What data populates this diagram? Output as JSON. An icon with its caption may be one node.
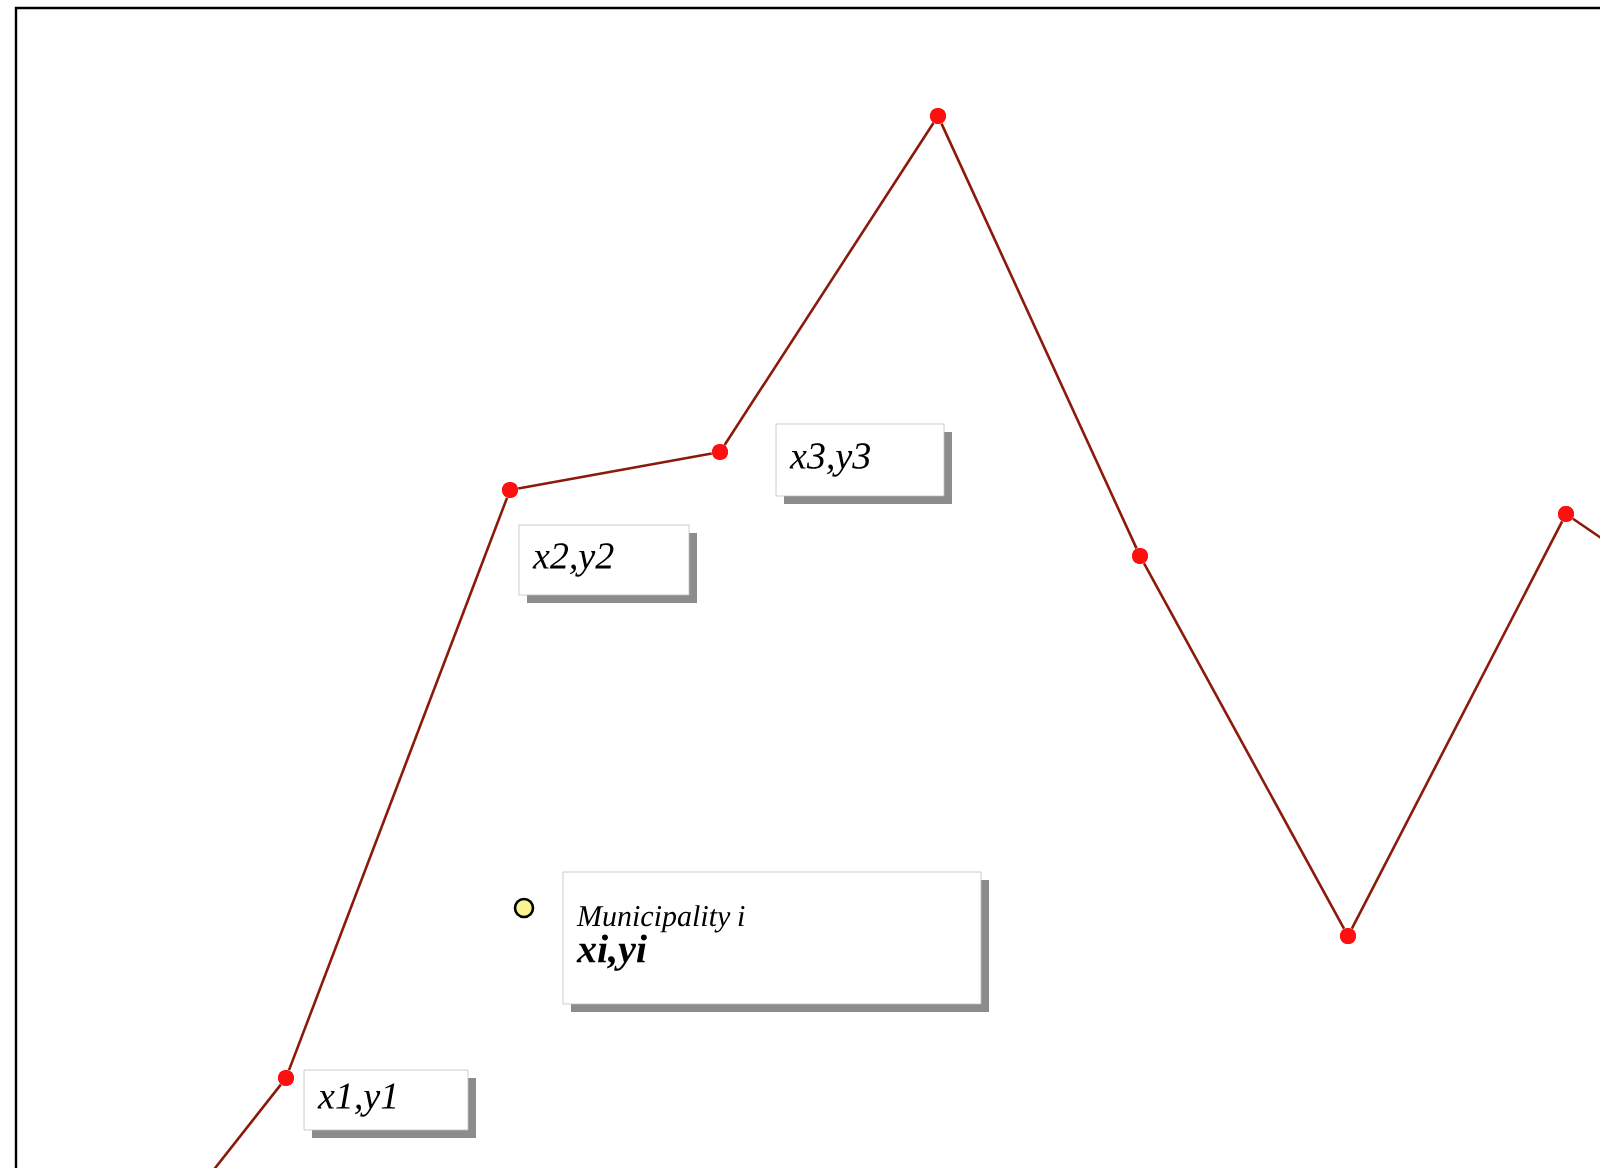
{
  "diagram": {
    "nodes": [
      {
        "text": [],
        "shape": "circle"
      },
      {
        "text": [],
        "shape": "circle"
      },
      {
        "text": [],
        "shape": "circle"
      },
      {
        "text": [],
        "shape": "circle"
      },
      {
        "text": [],
        "shape": "circle"
      },
      {
        "text": [],
        "shape": "circle"
      },
      {
        "text": [],
        "shape": "circle"
      },
      {
        "text": [
          "x1,y1"
        ]
      },
      {
        "text": [
          "x2,y2"
        ]
      },
      {
        "text": [
          "x3,y3"
        ]
      },
      {
        "text": [],
        "shape": "circle"
      },
      {
        "text": [
          "Municipality i",
          "xi,yi"
        ]
      }
    ],
    "edges": [
      {
        "from": null,
        "to": 0,
        "arrow": "none"
      },
      {
        "from": 0,
        "to": 1,
        "arrow": "none"
      },
      {
        "from": 1,
        "to": 2,
        "arrow": "none"
      },
      {
        "from": 2,
        "to": 3,
        "arrow": "none"
      },
      {
        "from": 3,
        "to": 4,
        "arrow": "none"
      },
      {
        "from": 4,
        "to": 5,
        "arrow": "none"
      },
      {
        "from": 5,
        "to": 6,
        "arrow": "none"
      },
      {
        "from": 6,
        "to": null,
        "arrow": "none"
      }
    ]
  }
}
